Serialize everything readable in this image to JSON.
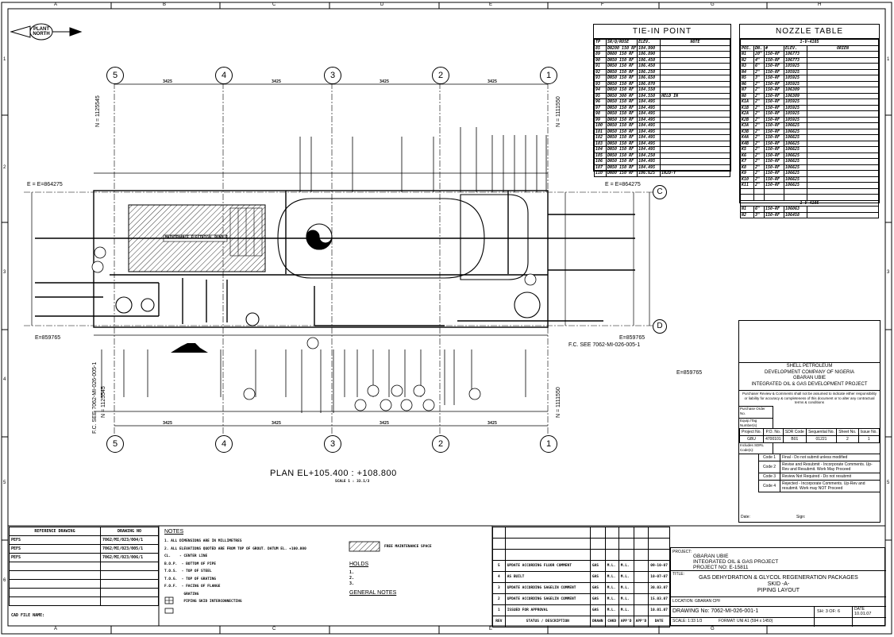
{
  "frame": {
    "col_letters": [
      "A",
      "B",
      "C",
      "D",
      "E",
      "F",
      "G",
      "H"
    ],
    "row_numbers": [
      "1",
      "2",
      "3",
      "4",
      "5",
      "6"
    ]
  },
  "north": {
    "label": "PLANT NORTH"
  },
  "plan": {
    "title": "PLAN  EL+105.400  :  +108.800",
    "scale": "SCALE 1 : 33.1/3",
    "grid_numbers": [
      "5",
      "4",
      "3",
      "2",
      "1"
    ],
    "grid_letters": [
      "C",
      "D"
    ],
    "top_dims": [
      "3425",
      "3425",
      "3425",
      "3425"
    ],
    "bottom_dims": [
      "3425",
      "3425",
      "3425",
      "3425"
    ],
    "coords": {
      "n_left": "N = 1125545",
      "n_right": "N = 1111550",
      "e_top_left": "E = E=864275",
      "e_top_right": "E = E=864275",
      "e_bot_left": "E=859765",
      "e_bot_right": "E=859765",
      "e_far": "E=859765",
      "fc_right": "F.C. SEE 7062-MI-026-005-1",
      "fc_left": "F.C. SEE 7062-MI-026-005-1",
      "n_left_bot": "N = 1125545",
      "n_right_bot": "N = 1111550"
    },
    "maint_label": "MAINTENANCE ELECTRICAL BUNDLE"
  },
  "tie_in": {
    "title": "TIE-IN POINT",
    "headers": [
      "TP",
      "SR/Q/ROSE",
      "ELEV.",
      "NOTE"
    ],
    "rows": [
      [
        "85",
        "DN200 150 RF",
        "104.990",
        ""
      ],
      [
        "89",
        "DN80 150 RF",
        "106.890",
        ""
      ],
      [
        "90",
        "DN50 150 RF",
        "106.450",
        ""
      ],
      [
        "91",
        "DN50 150 RF",
        "106.450",
        ""
      ],
      [
        "92",
        "DN50 150 RF",
        "106.250",
        ""
      ],
      [
        "93",
        "DN50 150 RF",
        "106.650",
        ""
      ],
      [
        "93",
        "DN50 150 RF",
        "106.070",
        ""
      ],
      [
        "94",
        "DN50 150 RF",
        "104.550",
        ""
      ],
      [
        "95",
        "DN50 300 RF",
        "104.550",
        "HELD IN"
      ],
      [
        "96",
        "DN50 150 RF",
        "104.495",
        ""
      ],
      [
        "97",
        "DN50 150 RF",
        "104.495",
        ""
      ],
      [
        "98",
        "DN50 150 RF",
        "104.495",
        ""
      ],
      [
        "99",
        "DN50 150 RF",
        "104.495",
        ""
      ],
      [
        "100",
        "DN50 150 RF",
        "104.495",
        ""
      ],
      [
        "101",
        "DN50 150 RF",
        "104.495",
        ""
      ],
      [
        "102",
        "DN50 150 RF",
        "104.495",
        ""
      ],
      [
        "103",
        "DN50 150 RF",
        "104.495",
        ""
      ],
      [
        "104",
        "DN50 150 RF",
        "104.495",
        ""
      ],
      [
        "105",
        "DN50 150 RF",
        "104.250",
        ""
      ],
      [
        "106",
        "DN50 150 RF",
        "104.495",
        ""
      ],
      [
        "107",
        "DN50 150 RF",
        "104.495",
        ""
      ],
      [
        "110",
        "DN80 150 RF",
        "106.625",
        "IN2D-Y"
      ]
    ]
  },
  "nozzle": {
    "title": "NOZZLE TABLE",
    "sub1": "1-V-4105",
    "sub2": "1-V-4105",
    "headers": [
      "POS.",
      "DN.",
      "#",
      "ELEV.",
      "ORIEN"
    ],
    "rows1": [
      [
        "N1",
        "20\"",
        "150-RF",
        "106773"
      ],
      [
        "N2",
        "4\"",
        "150-RF",
        "106773"
      ],
      [
        "N3",
        "6\"",
        "150-RF",
        "105925"
      ],
      [
        "N4",
        "2\"",
        "150-RF",
        "105925"
      ],
      [
        "N5",
        "3\"",
        "150-RF",
        "105925"
      ],
      [
        "N6",
        "2\"",
        "150-RF",
        "105925"
      ],
      [
        "N7",
        "2\"",
        "150-RF",
        "106309"
      ],
      [
        "N8",
        "2\"",
        "150-RF",
        "106309"
      ],
      [
        "K1A",
        "2\"",
        "150-RF",
        "105925"
      ],
      [
        "K1B",
        "2\"",
        "150-RF",
        "105925"
      ],
      [
        "K2A",
        "2\"",
        "150-RF",
        "105925"
      ],
      [
        "K2B",
        "2\"",
        "150-RF",
        "105925"
      ],
      [
        "K3A",
        "2\"",
        "150-RF",
        "106625"
      ],
      [
        "K3B",
        "2\"",
        "150-RF",
        "106625"
      ],
      [
        "K4A",
        "2\"",
        "150-RF",
        "106625"
      ],
      [
        "K4B",
        "2\"",
        "150-RF",
        "106625"
      ],
      [
        "K5",
        "2\"",
        "150-RF",
        "106625"
      ],
      [
        "K6",
        "2\"",
        "150-RF",
        "106625"
      ],
      [
        "K7",
        "2\"",
        "150-RF",
        "106625"
      ],
      [
        "K8",
        "2\"",
        "150-RF",
        "106625"
      ],
      [
        "K9",
        "2\"",
        "150-RF",
        "106625"
      ],
      [
        "K10",
        "2\"",
        "150-RF",
        "106625"
      ],
      [
        "K11",
        "2\"",
        "150-RF",
        "106625"
      ]
    ],
    "rows2": [
      [
        "N1",
        "6\"",
        "150-RF",
        "106063"
      ],
      [
        "N2",
        "3\"",
        "150-RF",
        "106458"
      ]
    ]
  },
  "shell": {
    "company1": "SHELL PETROLEUM",
    "company2": "DEVELOPMENT COMPANY OF NIGERIA",
    "company3": "GBARAN UBIE",
    "company4": "INTEGRATED OIL & GAS DEVELOPMENT PROJECT",
    "disclaimer": "Purchaser Review & Comments shall not be assumed to indicate either responsibility or liability for accuracy & completeness of this document or to alter any contractual terms & conditions",
    "po_label": "Purchase Order No.",
    "equip_label": "Equip./Tag Number(s)",
    "cols": [
      "Project No.",
      "P.O. No.",
      "SDR Code",
      "Sequential No.",
      "Sheet No.",
      "Issue No."
    ],
    "vals": [
      "GBU",
      "4700101",
      "B01",
      "01221",
      "2",
      "1"
    ],
    "includes": "Includes SDRL Code(s):",
    "codes": [
      {
        "code": "Code 1",
        "desc": "Final - Do not submit unless modified"
      },
      {
        "code": "Code 2",
        "desc": "Revise and Resubmit - Incorporate Comments. Up-Rev and Resubmit. Work May Proceed"
      },
      {
        "code": "Code 3",
        "desc": "Review Not Required - Do not resubmit"
      },
      {
        "code": "Code 4",
        "desc": "Rejected - Incorporate Comments. Up-Rev and resubmit. Work may NOT Proceed"
      }
    ],
    "date_label": "Date:",
    "sign_label": "Sign:"
  },
  "ref": {
    "headers": [
      "REFERENCE DRAWING",
      "DRAWING NO"
    ],
    "rows": [
      [
        "PEFS",
        "7062/MI/023/004/1"
      ],
      [
        "PEFS",
        "7062/MI/023/005/1"
      ],
      [
        "PEFS",
        "7062/MI/023/006/1"
      ]
    ],
    "cad": "CAD FILE NAME:"
  },
  "notes": {
    "title": "NOTES",
    "items": [
      "1. ALL DIMENSIONS ARE IN MILLIMETRES",
      "2. ALL ELEVATIONS QUOTED ARE FROM TOP OF GROUT. DATUM EL. +100.000",
      "CL.    - CENTER LINE",
      "B.O.P.  - BOTTOM OF PIPE",
      "T.O.S.  - TOP OF STEEL",
      "T.O.G.  - TOP OF GRATING",
      "F.O.F.  - FACING OF FLANGE",
      "         GRATING",
      "         PIPING SKID INTERCONNECTING"
    ],
    "legend": "FREE MAINTENANCE SPACE",
    "holds_title": "HOLDS",
    "holds": [
      "1.",
      "2.",
      "3."
    ],
    "general_title": "GENERAL NOTES"
  },
  "rev": {
    "rows": [
      [
        "5",
        "UPDATE ACCORDING FLUOR COMMENT",
        "GAS",
        "M.L.",
        "M.L.",
        "",
        "09-10-07"
      ],
      [
        "4",
        "AS BUILT",
        "GAS",
        "M.L.",
        "M.L.",
        "",
        "10-07-07"
      ],
      [
        "3",
        "UPDATE ACCORDING SAGELIN COMMENT",
        "GAS",
        "M.L.",
        "M.L.",
        "",
        "30.03.07"
      ],
      [
        "2",
        "UPDATE ACCORDING SAGELIN COMMENT",
        "GAS",
        "M.L.",
        "M.L.",
        "",
        "15.03.07"
      ],
      [
        "1",
        "ISSUED FOR APPROVAL",
        "GAS",
        "M.L.",
        "M.L.",
        "",
        "10.01.07"
      ]
    ],
    "headers": [
      "REV",
      "STATUS / DESCRIPTION",
      "DRAWN",
      "CHKD",
      "APP'D",
      "APP'D",
      "DATE"
    ]
  },
  "title": {
    "project_label": "PROJECT:",
    "project1": "GBARAN UBIE",
    "project2": "INTEGRATED OIL & GAS PROJECT",
    "project3": "PROJECT NO: E-15811",
    "title_label": "TITLE:",
    "title1": "GAS DEHYDRATION & GLYCOL REGENERATION PACKAGES",
    "title2": "SKID -A-",
    "title3": "PIPING LAYOUT",
    "location": "LOCATION: GBARAN CPF",
    "drawing_no": "DRAWING No: 7062-MI-026-001-1",
    "sheet": "SH: 3   OF: 6",
    "date_label": "DATE",
    "date": "10.01.07",
    "scale": "SCALE: 1:33 1/3",
    "format": "FORMAT: UNI A1 (594 x 1450)"
  }
}
